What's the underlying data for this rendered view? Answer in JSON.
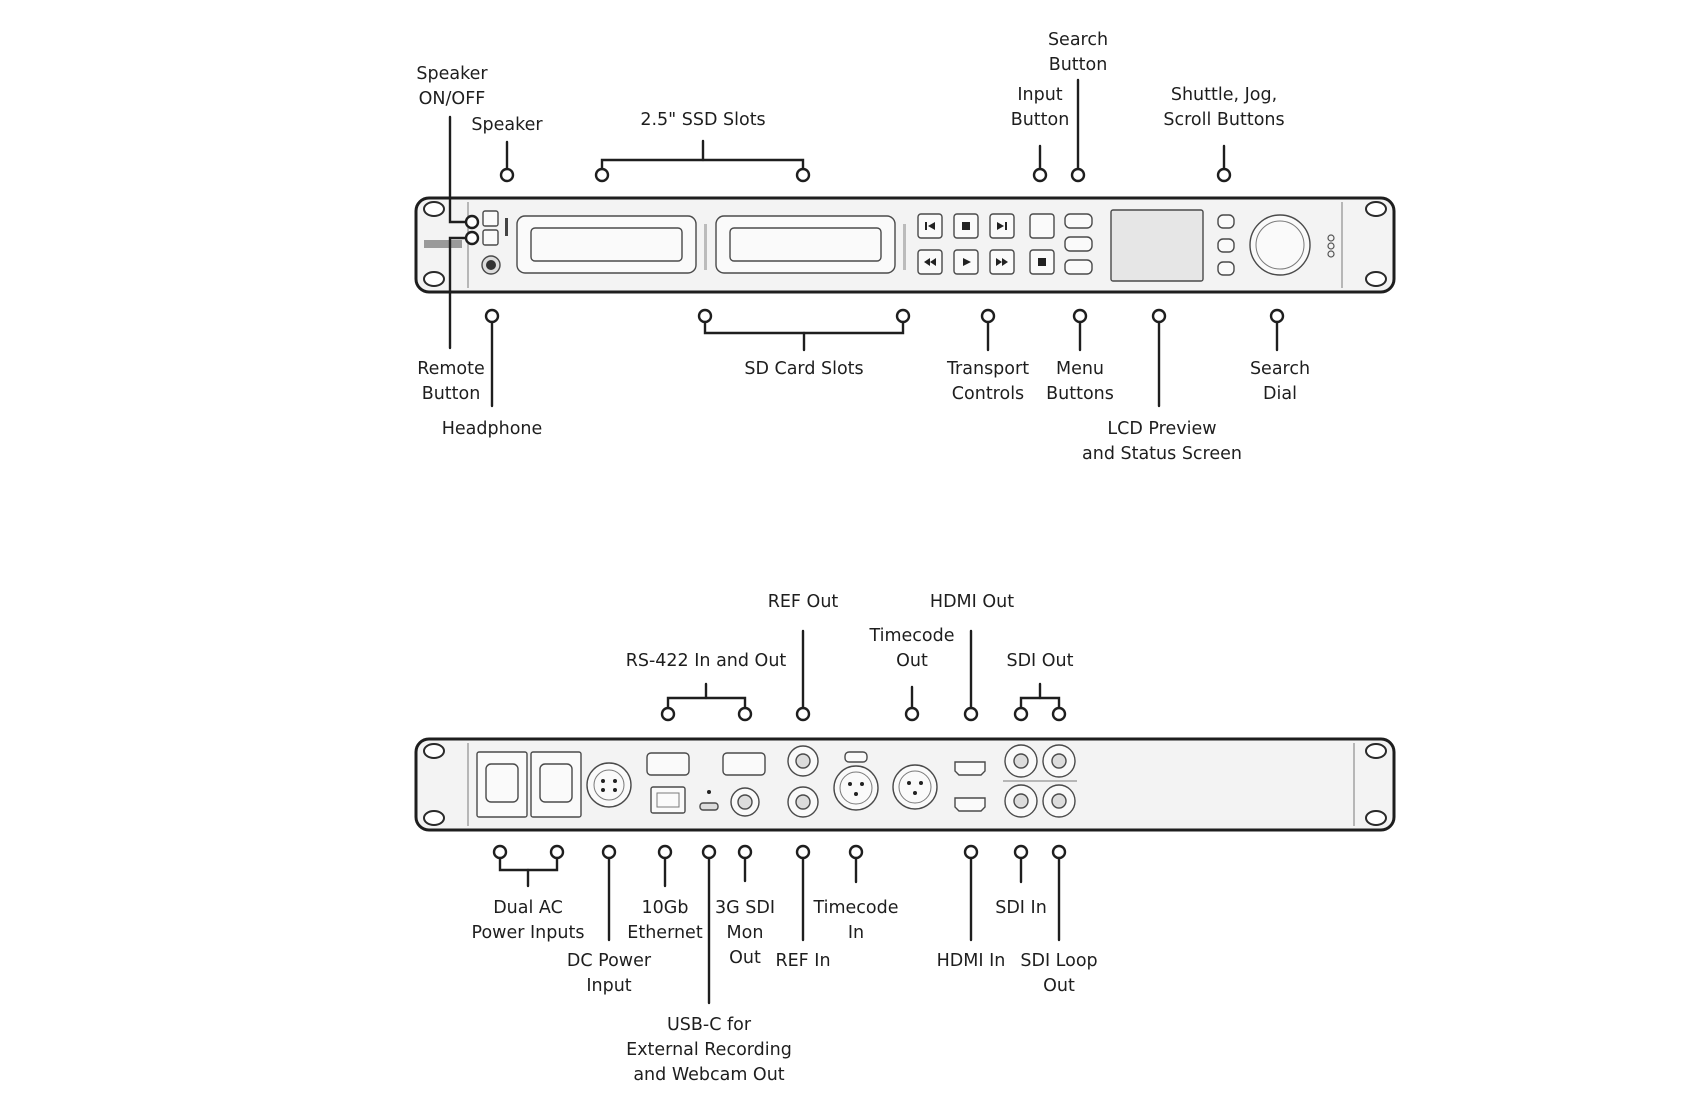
{
  "front_labels": {
    "speaker_on_off": [
      "Speaker",
      "ON/OFF"
    ],
    "speaker": [
      "Speaker"
    ],
    "ssd_slots": [
      "2.5\" SSD Slots"
    ],
    "input_button": [
      "Input",
      "Button"
    ],
    "search_button": [
      "Search",
      "Button"
    ],
    "shuttle_jog_scroll": [
      "Shuttle, Jog,",
      "Scroll Buttons"
    ],
    "remote_button": [
      "Remote",
      "Button"
    ],
    "headphone": [
      "Headphone"
    ],
    "sd_card_slots": [
      "SD Card Slots"
    ],
    "transport_controls": [
      "Transport",
      "Controls"
    ],
    "menu_buttons": [
      "Menu",
      "Buttons"
    ],
    "lcd_preview": [
      "LCD Preview",
      "and Status Screen"
    ],
    "search_dial": [
      "Search",
      "Dial"
    ]
  },
  "rear_labels": {
    "ref_out": [
      "REF Out"
    ],
    "hdmi_out": [
      "HDMI Out"
    ],
    "timecode_out": [
      "Timecode",
      "Out"
    ],
    "rs422": [
      "RS-422 In and Out"
    ],
    "sdi_out": [
      "SDI Out"
    ],
    "dual_ac": [
      "Dual AC",
      "Power Inputs"
    ],
    "dc_power": [
      "DC Power",
      "Input"
    ],
    "ethernet": [
      "10Gb",
      "Ethernet"
    ],
    "usb_c": [
      "USB-C for",
      "External Recording",
      "and Webcam Out"
    ],
    "mon_out": [
      "3G SDI",
      "Mon",
      "Out"
    ],
    "ref_in": [
      "REF In"
    ],
    "timecode_in": [
      "Timecode",
      "In"
    ],
    "hdmi_in": [
      "HDMI In"
    ],
    "sdi_in": [
      "SDI In"
    ],
    "sdi_loop_out": [
      "SDI Loop",
      "Out"
    ]
  },
  "colors": {
    "line": "#1e1e1e",
    "panel": "#f3f3f3",
    "screen": "#e6e6e6"
  }
}
